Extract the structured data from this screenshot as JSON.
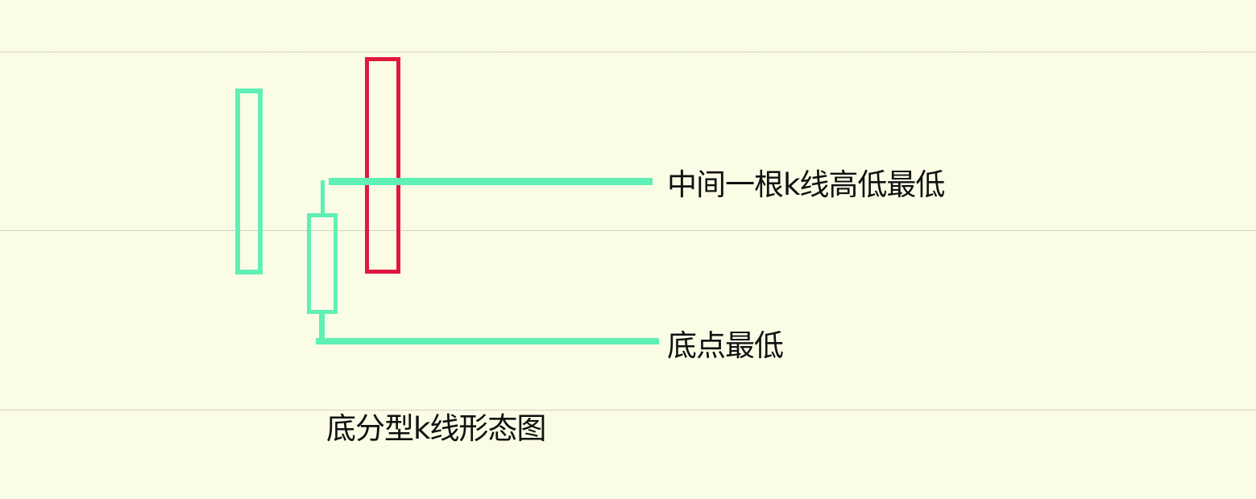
{
  "diagram": {
    "title": "底分型k线形态图",
    "annotations": {
      "middle_high": "中间一根k线高低最低",
      "bottom_low": "底点最低"
    },
    "colors": {
      "background": "#fbfce6",
      "bearish_candle": "#5ef0b4",
      "bullish_candle": "#e0183e",
      "annotation_line": "#5ef0b4",
      "text": "#111111",
      "gridline": "#a9aa9e"
    },
    "candles": [
      {
        "position": "left",
        "color": "green",
        "type": "body-only"
      },
      {
        "position": "middle",
        "color": "green",
        "type": "with-wicks"
      },
      {
        "position": "right",
        "color": "red",
        "type": "body-only"
      }
    ]
  }
}
